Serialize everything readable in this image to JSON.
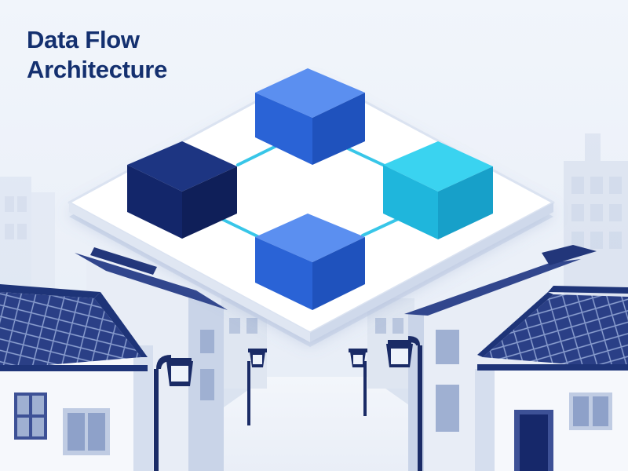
{
  "title": {
    "line1": "Data Flow",
    "line2": "Architecture"
  },
  "colors": {
    "background": "#eef2f8",
    "title": "#14306f",
    "platform": "#ffffff",
    "navy_node": "#13266a",
    "blue_node": "#2f6ee0",
    "cyan_node": "#21c4e6",
    "connector": "#38c6e8",
    "roof": "#2a3f86",
    "lamp": "#1a2b66"
  },
  "diagram": {
    "nodes": [
      {
        "name": "node-top",
        "color": "blue"
      },
      {
        "name": "node-left",
        "color": "navy"
      },
      {
        "name": "node-right",
        "color": "cyan"
      },
      {
        "name": "node-bottom",
        "color": "blue"
      }
    ],
    "edges": [
      {
        "from": "node-left",
        "to": "node-top"
      },
      {
        "from": "node-top",
        "to": "node-right"
      },
      {
        "from": "node-left",
        "to": "node-bottom"
      },
      {
        "from": "node-bottom",
        "to": "node-right"
      }
    ]
  }
}
